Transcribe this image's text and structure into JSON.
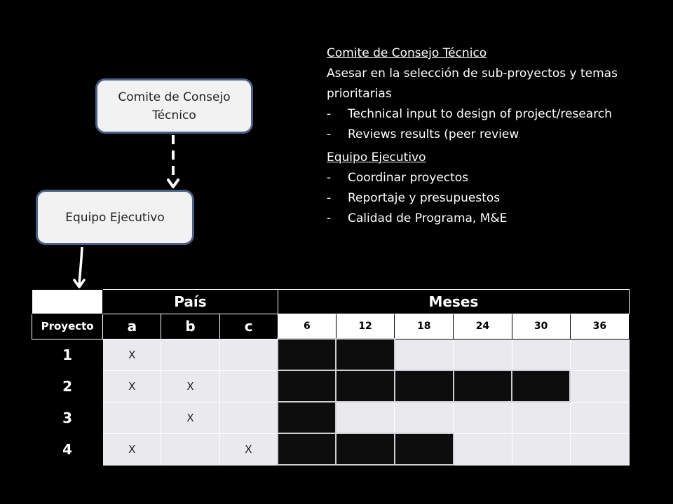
{
  "boxes": {
    "consejo": "Comite de Consejo Técnico",
    "equipo": "Equipo Ejecutivo"
  },
  "notes": {
    "consejo": {
      "title": "Comite de Consejo Técnico",
      "intro": "Asesar en la selección de sub-proyectos y temas prioritarias",
      "items": [
        "Technical input to design of project/research",
        "Reviews results (peer review"
      ]
    },
    "equipo": {
      "title": "Equipo Ejecutivo",
      "items": [
        "Coordinar proyectos",
        "Reportaje y presupuestos",
        "Calidad de Programa, M&E"
      ]
    },
    "dash": "-"
  },
  "table": {
    "header_pais": "País",
    "header_meses": "Meses",
    "proyecto_label": "Proyecto",
    "countries": [
      "a",
      "b",
      "c"
    ],
    "months": [
      "6",
      "12",
      "18",
      "24",
      "30",
      "36"
    ],
    "rows": [
      {
        "id": "1",
        "marks": [
          "X",
          "",
          ""
        ],
        "active_months": [
          true,
          true,
          false,
          false,
          false,
          false
        ]
      },
      {
        "id": "2",
        "marks": [
          "X",
          "X",
          ""
        ],
        "active_months": [
          true,
          true,
          true,
          true,
          true,
          false
        ]
      },
      {
        "id": "3",
        "marks": [
          "",
          "X",
          ""
        ],
        "active_months": [
          true,
          false,
          false,
          false,
          false,
          false
        ]
      },
      {
        "id": "4",
        "marks": [
          "X",
          "",
          "X"
        ],
        "active_months": [
          true,
          true,
          true,
          false,
          false,
          false
        ]
      }
    ]
  }
}
